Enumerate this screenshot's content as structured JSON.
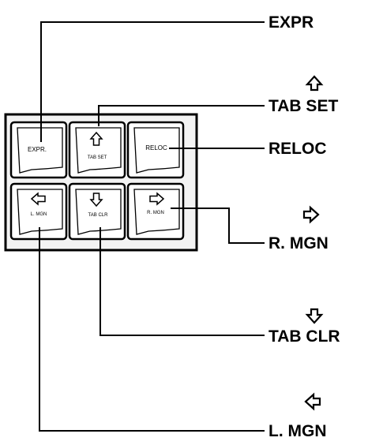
{
  "callouts": {
    "expr": "EXPR",
    "tab_set": "TAB SET",
    "reloc": "RELOC",
    "r_mgn": "R. MGN",
    "tab_clr": "TAB CLR",
    "l_mgn": "L. MGN"
  },
  "keycaps": {
    "expr": "EXPR.",
    "tab_set": "TAB SET",
    "reloc": "RELOC",
    "l_mgn": "L. MGN",
    "tab_clr": "TAB CLR",
    "r_mgn": "R. MGN"
  },
  "icons": {
    "tab_set": "arrow-up-icon",
    "tab_clr": "arrow-down-icon",
    "r_mgn": "arrow-right-icon",
    "l_mgn": "arrow-left-icon"
  }
}
